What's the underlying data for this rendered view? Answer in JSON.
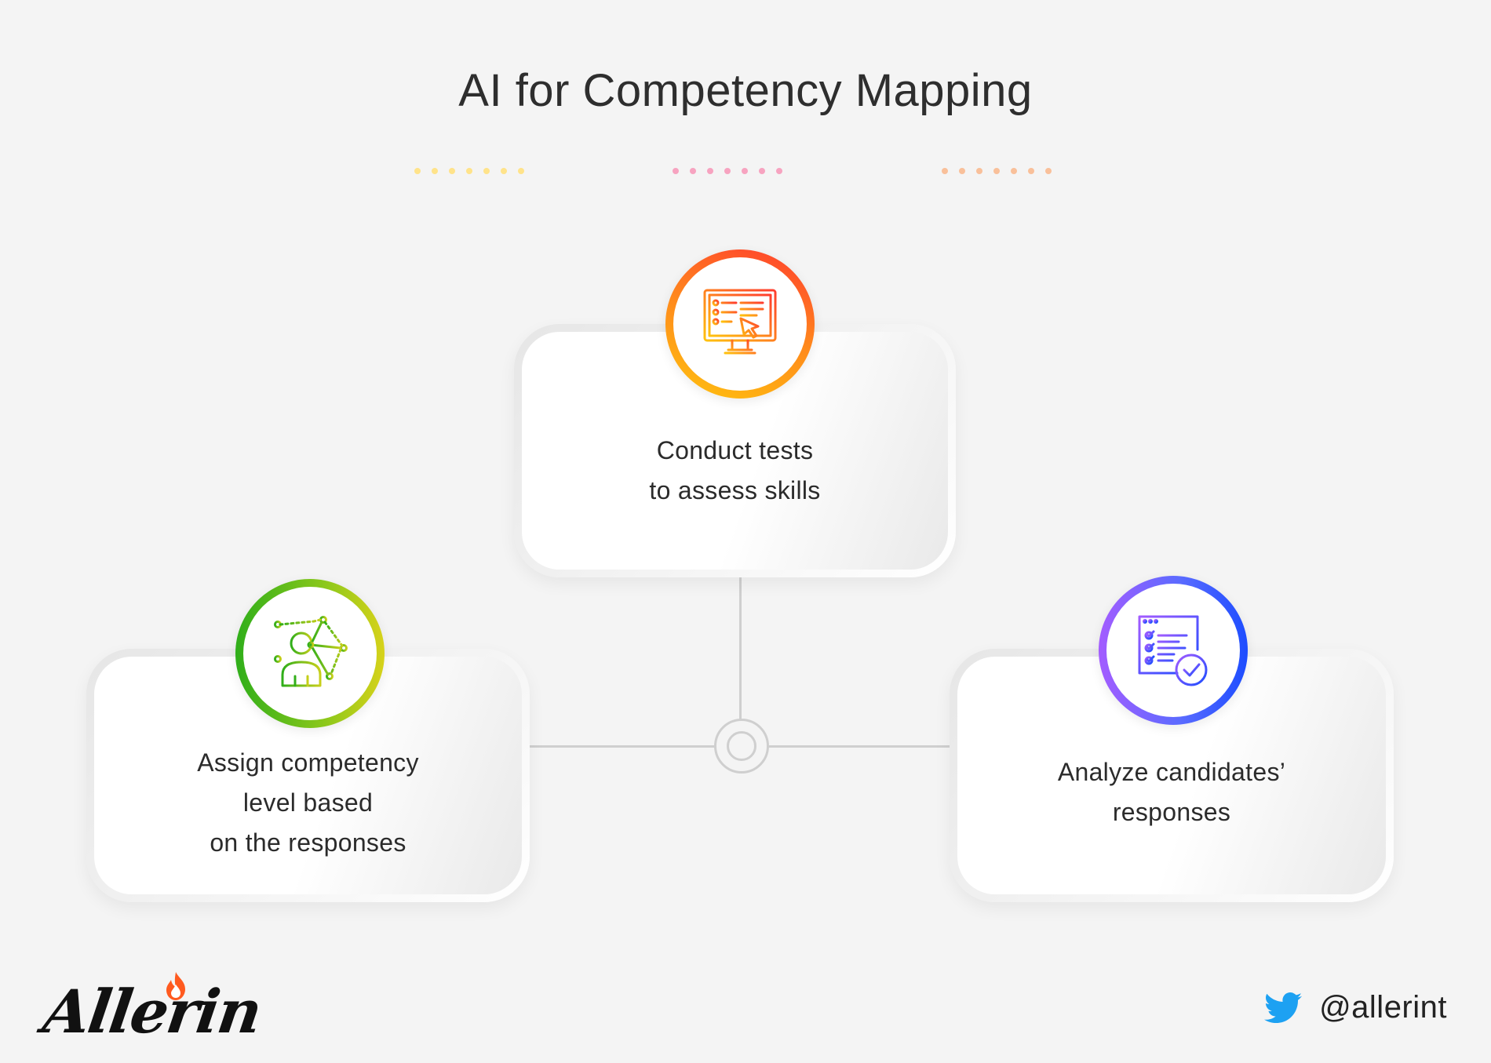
{
  "title": "AI for Competency Mapping",
  "nodes": [
    {
      "id": "top",
      "icon": "computer-test-icon",
      "lines": [
        "Conduct tests",
        "to assess skills"
      ]
    },
    {
      "id": "left",
      "icon": "person-network-icon",
      "lines": [
        "Assign competency",
        "level based",
        "on the responses"
      ]
    },
    {
      "id": "right",
      "icon": "checklist-check-icon",
      "lines": [
        "Analyze candidates’",
        "responses"
      ]
    }
  ],
  "colors": {
    "orange_ring": "#ff6a1f",
    "green_ring": "#7fbf1a",
    "blue_ring": "#4f5cff",
    "connector": "#cfcfcf",
    "twitter": "#1da1f2",
    "flame": "#ff5a1f"
  },
  "brand": {
    "logo_text": "Allerin",
    "logo_icon": "flame-icon"
  },
  "social": {
    "icon": "twitter-bird-icon",
    "handle": "@allerint"
  }
}
